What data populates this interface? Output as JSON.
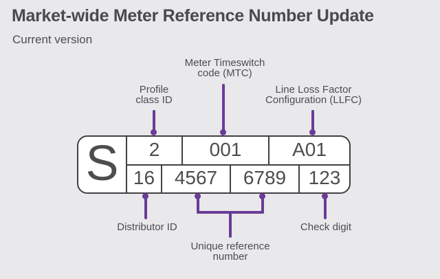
{
  "colors": {
    "background": "#e9e8ea",
    "accent_purple": "#693c97",
    "text": "#4d4d4f",
    "box_border": "#414042",
    "box_fill": "#ffffff"
  },
  "header": {
    "title": "Market-wide Meter Reference Number Update",
    "subtitle": "Current version"
  },
  "meter_box": {
    "prefix": "S",
    "top_row": [
      "2",
      "001",
      "A01"
    ],
    "bottom_row": [
      "16",
      "4567",
      "6789",
      "123"
    ]
  },
  "annotations": {
    "profile_class": "Profile\nclass ID",
    "mtc": "Meter Timeswitch\ncode (MTC)",
    "llfc": "Line Loss Factor\nConfiguration (LLFC)",
    "distributor": "Distributor ID",
    "unique_ref": "Unique reference\nnumber",
    "check_digit": "Check digit"
  }
}
